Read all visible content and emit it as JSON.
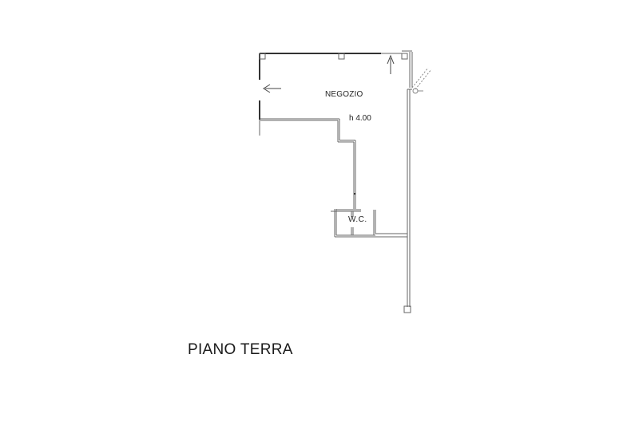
{
  "plan": {
    "title": "PIANO TERRA",
    "rooms": [
      {
        "name": "NEGOZIO",
        "height_label": "h 4.00"
      },
      {
        "name": "W.C."
      }
    ],
    "colors": {
      "wall": "#555555",
      "thick_wall": "#333333",
      "background": "#ffffff",
      "text": "#222222"
    },
    "symbols": [
      "entrance-arrow-left",
      "entrance-arrow-up",
      "pillar",
      "stair-hatch"
    ]
  }
}
